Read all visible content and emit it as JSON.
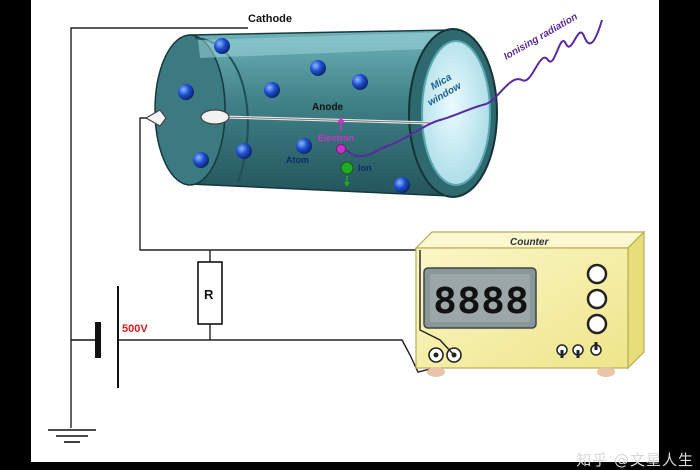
{
  "labels": {
    "cathode": "Cathode",
    "anode": "Anode",
    "electron": "Electron",
    "atom": "Atom",
    "ion": "Ion",
    "mica": "Mica",
    "window": "window",
    "radiation": "Ionising radiation",
    "resistor": "R",
    "voltage": "500V",
    "counter": "Counter",
    "display": "8888"
  },
  "watermark": "知乎 @文星人生",
  "colors": {
    "tube_body": "#3f7f86",
    "tube_light": "#7fc3c8",
    "tube_dark": "#1f4f55",
    "atom": "#1c4fd0",
    "electron": "#cc33cc",
    "ion": "#22aa22",
    "counter_body": "#f4ee9a",
    "display_bg": "#8a9698",
    "radiation": "#5a2aa0",
    "voltage_text": "#d02020"
  }
}
